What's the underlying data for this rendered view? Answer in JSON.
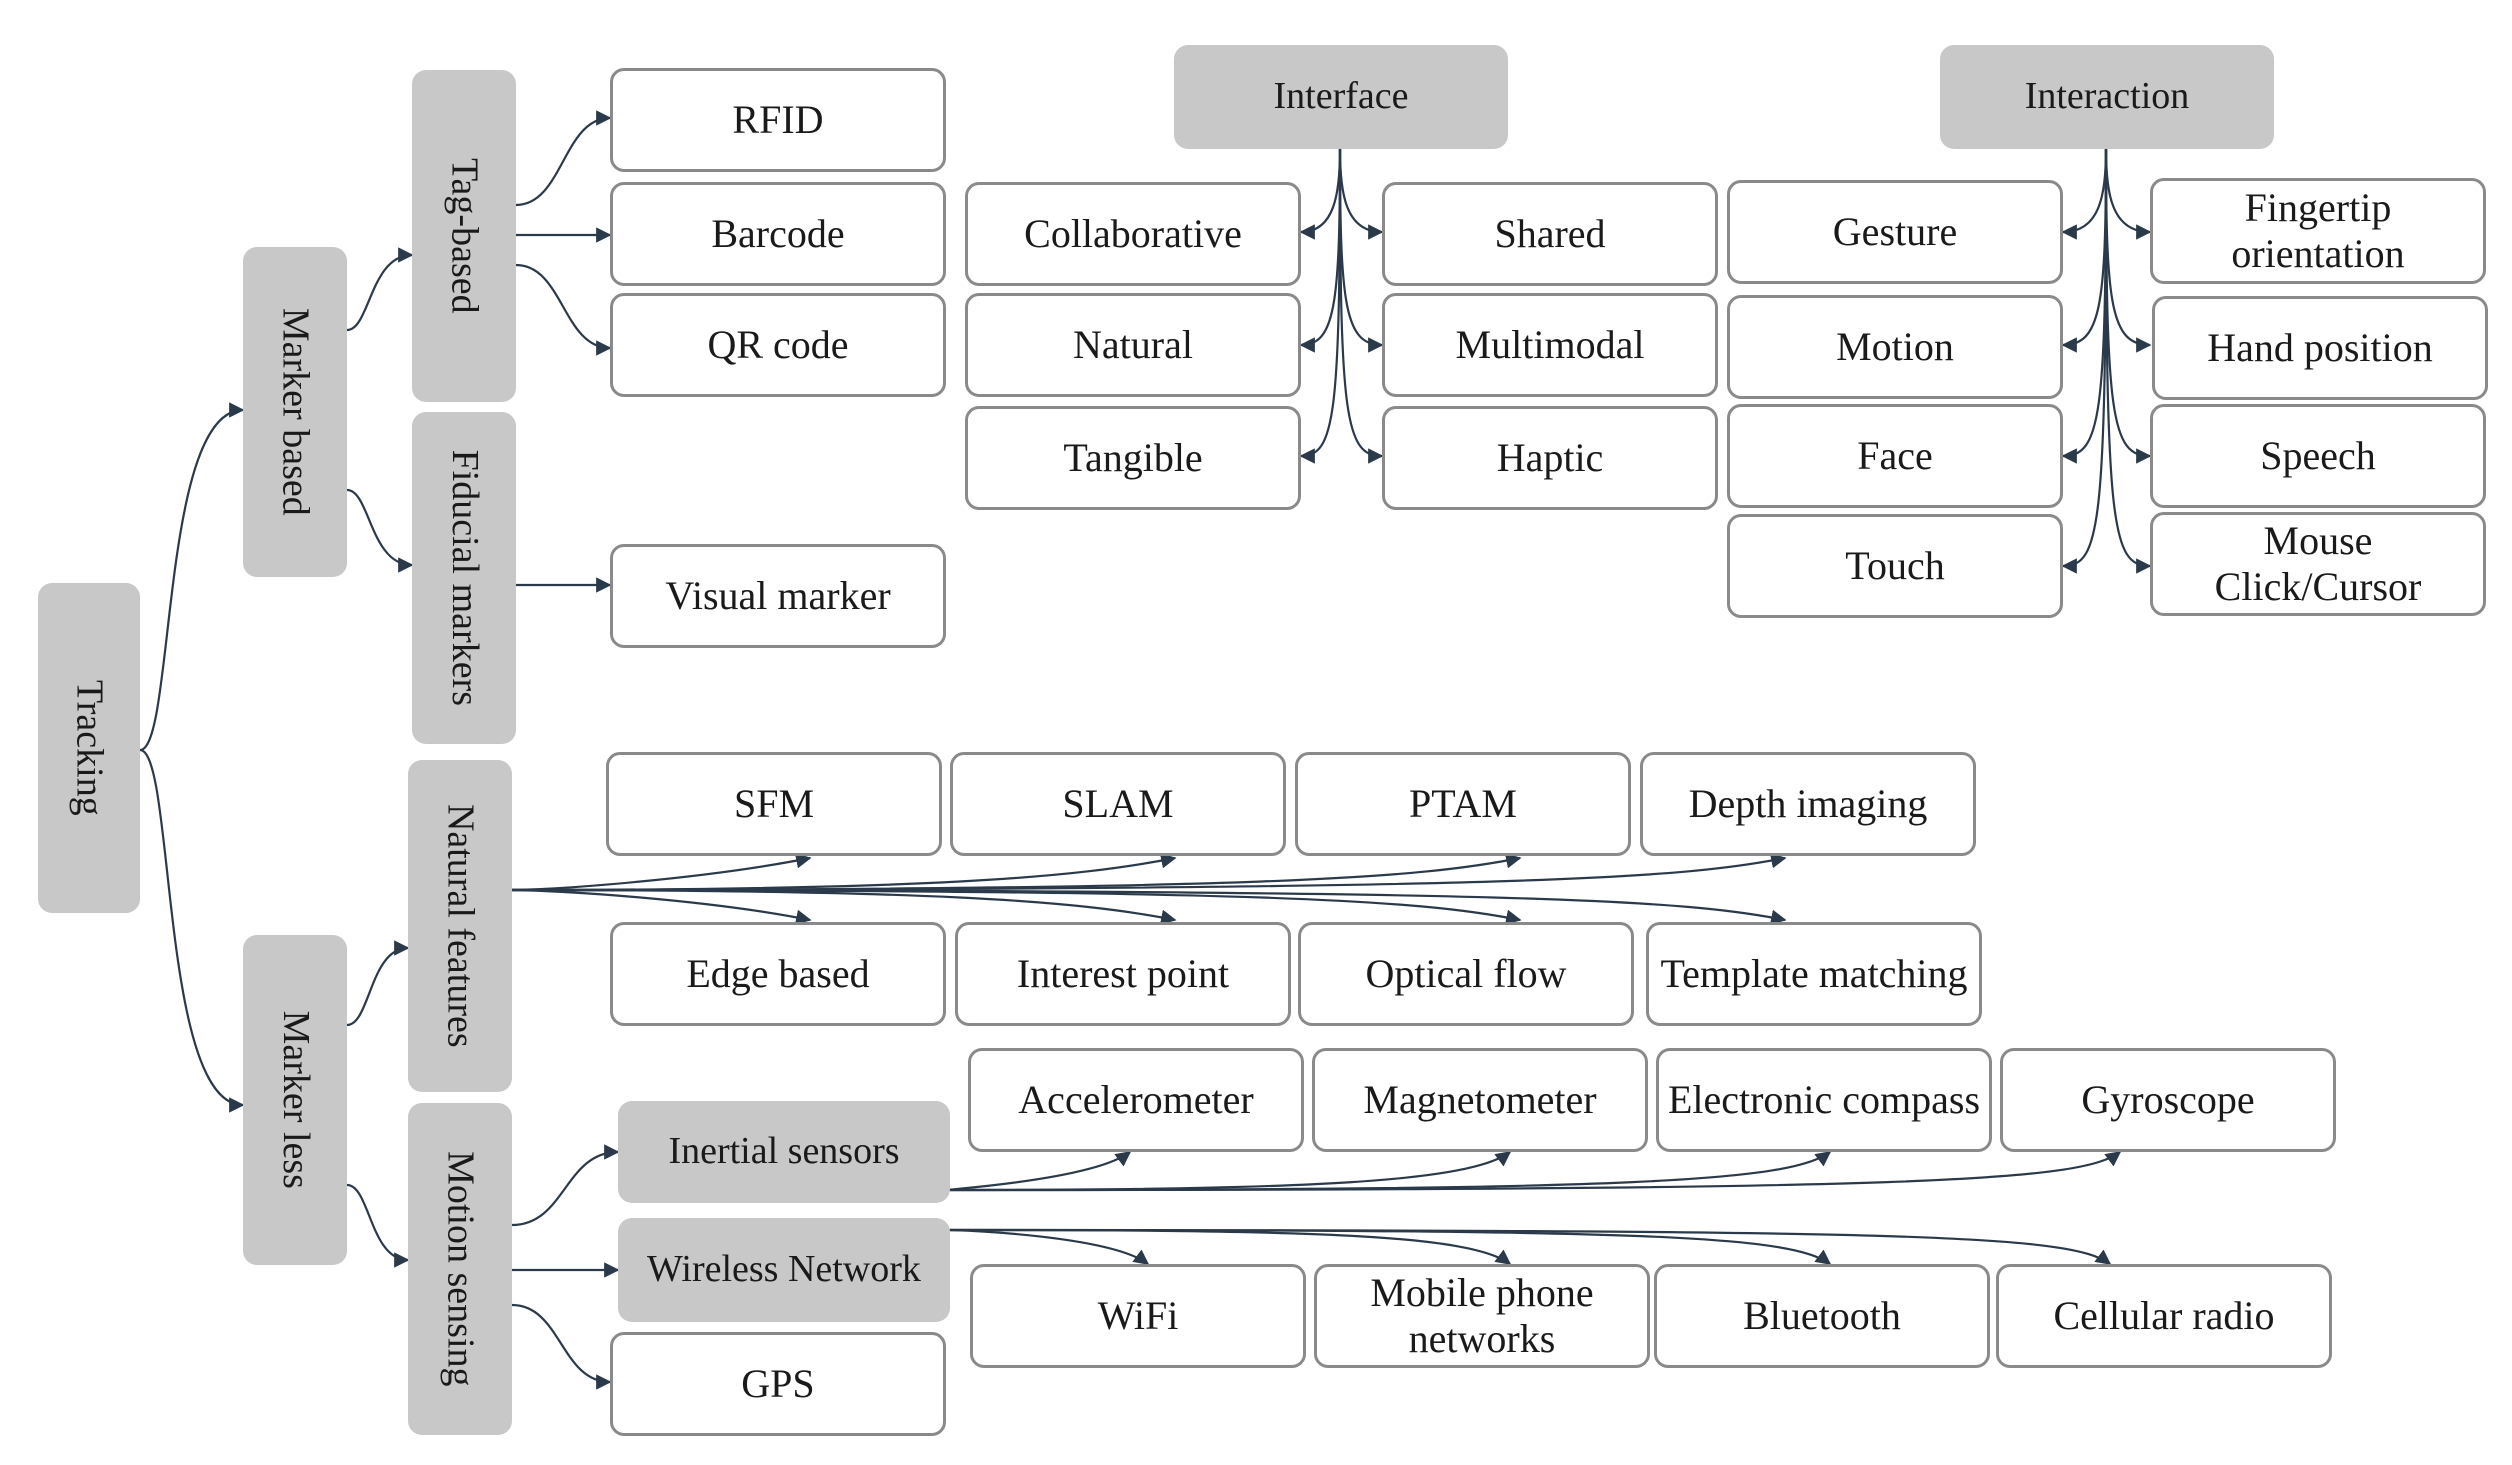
{
  "tracking": {
    "root": "Tracking"
  },
  "marker_based": {
    "label": "Marker based",
    "tag_based": {
      "label": "Tag-based",
      "items": [
        "RFID",
        "Barcode",
        "QR code"
      ]
    },
    "fiducial": {
      "label": "Fiducial markers",
      "items": [
        "Visual marker"
      ]
    }
  },
  "marker_less": {
    "label": "Marker less",
    "natural": {
      "label": "Natural features",
      "top": [
        "SFM",
        "SLAM",
        "PTAM",
        "Depth imaging"
      ],
      "bottom": [
        "Edge based",
        "Interest point",
        "Optical flow",
        "Template matching"
      ]
    },
    "motion": {
      "label": "Motion sensing",
      "inertial": {
        "label": "Inertial sensors",
        "items": [
          "Accelerometer",
          "Magnetometer",
          "Electronic compass",
          "Gyroscope"
        ]
      },
      "wireless": {
        "label": "Wireless Network",
        "items": [
          "WiFi",
          "Mobile phone networks",
          "Bluetooth",
          "Cellular radio"
        ]
      },
      "gps": "GPS"
    }
  },
  "interface": {
    "label": "Interface",
    "left": [
      "Collaborative",
      "Natural",
      "Tangible"
    ],
    "right": [
      "Shared",
      "Multimodal",
      "Haptic"
    ]
  },
  "interaction": {
    "label": "Interaction",
    "left": [
      "Gesture",
      "Motion",
      "Face",
      "Touch"
    ],
    "right": [
      "Fingertip orientation",
      "Hand position",
      "Speech",
      "Mouse Click/Cursor"
    ]
  },
  "colors": {
    "category_fill": "#c8c8c8",
    "leaf_border": "#8a8a8a",
    "connector": "#2b3a4a"
  }
}
